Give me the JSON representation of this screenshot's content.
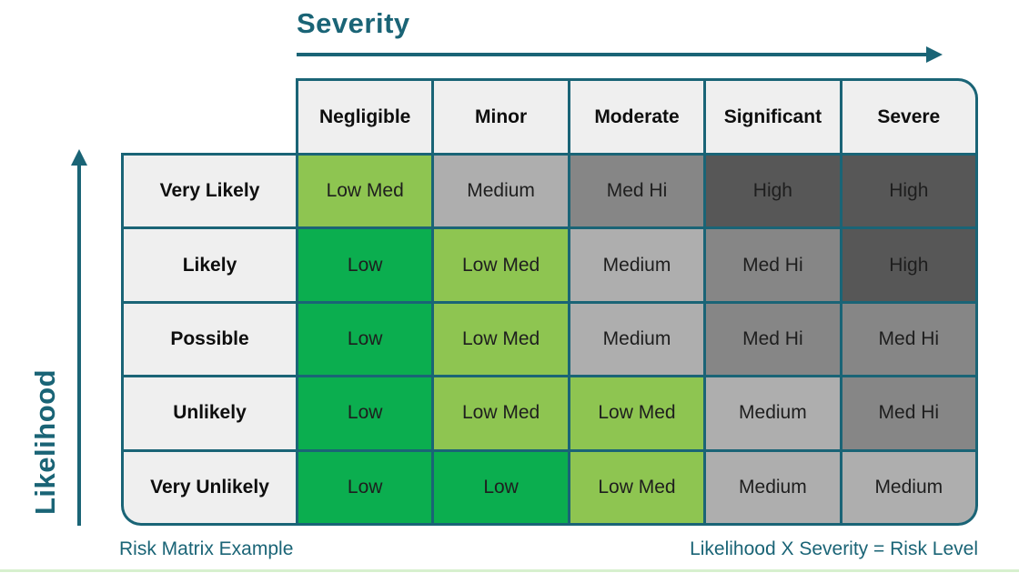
{
  "titles": {
    "severity_axis": "Severity",
    "likelihood_axis": "Likelihood"
  },
  "captions": {
    "left": "Risk Matrix Example",
    "right": "Likelihood X Severity = Risk Level"
  },
  "matrix": {
    "column_headers": [
      "Negligible",
      "Minor",
      "Moderate",
      "Significant",
      "Severe"
    ],
    "row_headers": [
      "Very Likely",
      "Likely",
      "Possible",
      "Unlikely",
      "Very Unlikely"
    ],
    "cells": [
      [
        "Low Med",
        "Medium",
        "Med Hi",
        "High",
        "High"
      ],
      [
        "Low",
        "Low Med",
        "Medium",
        "Med Hi",
        "High"
      ],
      [
        "Low",
        "Low Med",
        "Medium",
        "Med Hi",
        "Med Hi"
      ],
      [
        "Low",
        "Low Med",
        "Low Med",
        "Medium",
        "Med Hi"
      ],
      [
        "Low",
        "Low",
        "Low Med",
        "Medium",
        "Medium"
      ]
    ]
  },
  "risk_levels": {
    "Low": "#0BAE4F",
    "Low Med": "#8EC551",
    "Medium": "#AEAEAE",
    "Med Hi": "#868686",
    "High": "#575757"
  },
  "colors": {
    "teal_accent": "#1A6476",
    "header_cell_bg": "#EFEFEF",
    "cell_text": "#1E1E1E",
    "background": "#FFFFFF",
    "bottom_accent_line": "#D7F0CE"
  },
  "chart_data": {
    "type": "heatmap",
    "title": "Risk Matrix Example",
    "xlabel": "Severity",
    "ylabel": "Likelihood",
    "x_categories": [
      "Negligible",
      "Minor",
      "Moderate",
      "Significant",
      "Severe"
    ],
    "y_categories": [
      "Very Likely",
      "Likely",
      "Possible",
      "Unlikely",
      "Very Unlikely"
    ],
    "values": [
      [
        "Low Med",
        "Medium",
        "Med Hi",
        "High",
        "High"
      ],
      [
        "Low",
        "Low Med",
        "Medium",
        "Med Hi",
        "High"
      ],
      [
        "Low",
        "Low Med",
        "Medium",
        "Med Hi",
        "Med Hi"
      ],
      [
        "Low",
        "Low Med",
        "Low Med",
        "Medium",
        "Med Hi"
      ],
      [
        "Low",
        "Low",
        "Low Med",
        "Medium",
        "Medium"
      ]
    ],
    "annotation": "Likelihood X Severity = Risk Level",
    "legend_position": "none",
    "grid": true
  }
}
